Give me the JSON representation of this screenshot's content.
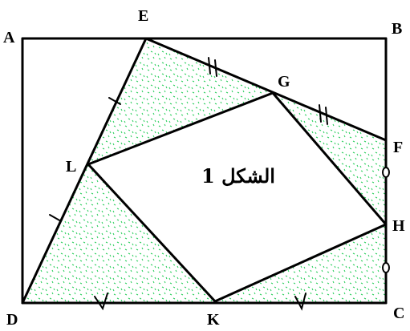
{
  "figure": {
    "caption": "الشكل 1",
    "colors": {
      "stroke": "#000000",
      "speckle": "#22cc55",
      "background": "#ffffff"
    },
    "vertices": {
      "A": {
        "label": "A"
      },
      "B": {
        "label": "B"
      },
      "C": {
        "label": "C"
      },
      "D": {
        "label": "D"
      },
      "E": {
        "label": "E"
      },
      "F": {
        "label": "F"
      },
      "G": {
        "label": "G"
      },
      "H": {
        "label": "H"
      },
      "K": {
        "label": "K"
      },
      "L": {
        "label": "L"
      }
    },
    "segments": [
      {
        "from": "A",
        "to": "B"
      },
      {
        "from": "B",
        "to": "C"
      },
      {
        "from": "C",
        "to": "D"
      },
      {
        "from": "D",
        "to": "A"
      },
      {
        "from": "E",
        "to": "D"
      },
      {
        "from": "E",
        "to": "F"
      },
      {
        "from": "L",
        "to": "G"
      },
      {
        "from": "G",
        "to": "H"
      },
      {
        "from": "H",
        "to": "K"
      },
      {
        "from": "K",
        "to": "L"
      }
    ],
    "shaded_regions": [
      "E-F-C-D (outside LGHK)"
    ],
    "equal_marks": [
      {
        "segment": "E-L",
        "mark": "single-tick"
      },
      {
        "segment": "L-D",
        "mark": "single-tick"
      },
      {
        "segment": "E-G",
        "mark": "double-tick"
      },
      {
        "segment": "G-F",
        "mark": "double-tick"
      },
      {
        "segment": "D-K",
        "mark": "v-tick"
      },
      {
        "segment": "K-C",
        "mark": "v-tick"
      },
      {
        "segment": "F-H",
        "mark": "circle"
      },
      {
        "segment": "H-C",
        "mark": "circle"
      }
    ]
  }
}
